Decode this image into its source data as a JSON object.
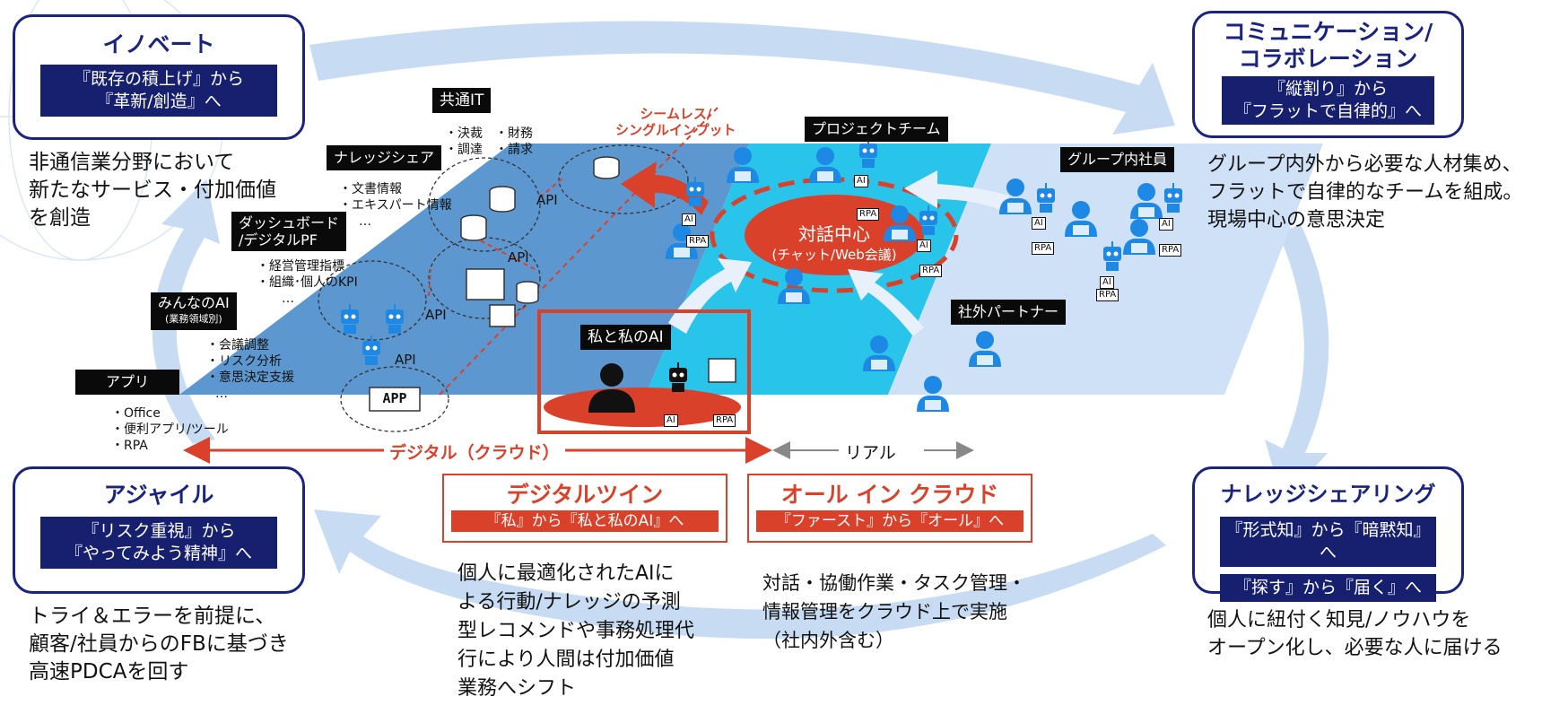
{
  "corners": {
    "innovate": {
      "title": "イノベート",
      "sub": [
        "『既存の積上げ』から",
        "『革新/創造』へ"
      ],
      "desc": [
        "非通信業分野において",
        "新たなサービス・付加価値",
        "を創造"
      ]
    },
    "communication": {
      "title": [
        "コミュニケーション/",
        "コラボレーション"
      ],
      "sub": [
        "『縦割り』から",
        "『フラットで自律的』へ"
      ],
      "desc": [
        "グループ内外から必要な人材集め、",
        "フラットで自律的なチームを組成。",
        "現場中心の意思決定"
      ]
    },
    "agile": {
      "title": "アジャイル",
      "sub": [
        "『リスク重視』から",
        "『やってみよう精神』へ"
      ],
      "desc": [
        "トライ＆エラーを前提に、",
        "顧客/社員からのFBに基づき",
        "高速PDCAを回す"
      ]
    },
    "knowledge": {
      "title": "ナレッジシェアリング",
      "sub": [
        "『形式知』から『暗黙知』へ",
        "『探す』から『届く』へ"
      ],
      "desc": [
        "個人に紐付く知見/ノウハウを",
        "オープン化し、必要な人に届ける"
      ]
    }
  },
  "center": {
    "common_it": {
      "label": "共通IT",
      "items": [
        "・決裁　・財務",
        "・調達　・請求"
      ]
    },
    "knowledge_share": {
      "label": "ナレッジシェア",
      "items": [
        "・文書情報",
        "・エキスパート情報",
        "…"
      ]
    },
    "dashboard": {
      "label": [
        "ダッシュボード",
        "/デジタルPF"
      ],
      "items": [
        "・経営管理指標",
        "・組織･個人のKPI",
        "…"
      ]
    },
    "minna_ai": {
      "label": "みんなのAI",
      "label_sub": "(業務領域別)",
      "items": [
        "・会議調整",
        "・リスク分析",
        "・意思決定支援",
        "…"
      ]
    },
    "app": {
      "label": "アプリ",
      "items": [
        "・Office",
        "・便利アプリ/ツール",
        "・RPA"
      ],
      "box": "APP"
    },
    "api_labels": [
      "API",
      "API",
      "API",
      "API"
    ],
    "seamless": [
      "シームレス/",
      "シングルインプット"
    ],
    "project_team": "プロジェクトチーム",
    "group_staff": "グループ内社員",
    "external_partner": "社外パートナー",
    "dialog": {
      "title": "対話中心",
      "sub": "(チャット/Web会議)"
    },
    "me_ai": "私と私のAI",
    "tag_ai": "AI",
    "tag_rpa": "RPA",
    "digital_arrow": "デジタル（クラウド）",
    "real_arrow": "リアル"
  },
  "bottom": {
    "twin": {
      "title": "デジタルツイン",
      "sub": "『私』から『私と私のAI』へ",
      "desc": [
        "個人に最適化されたAIに",
        "よる行動/ナレッジの予測",
        "型レコメンドや事務処理代",
        "行により人間は付加価値",
        "業務へシフト"
      ]
    },
    "cloud": {
      "title": "オール イン クラウド",
      "sub": "『ファースト』から『オール』へ",
      "desc": [
        "対話・協働作業・タスク管理・",
        "情報管理をクラウド上で実施",
        "（社内外含む）"
      ]
    }
  },
  "colors": {
    "navy": "#16206e",
    "accent_red": "#d9412a",
    "cyan": "#29c4ea",
    "dark_blue_plane": "#5d97cf",
    "light_blue": "#cfe1f6",
    "person_blue": "#1e88e5"
  }
}
